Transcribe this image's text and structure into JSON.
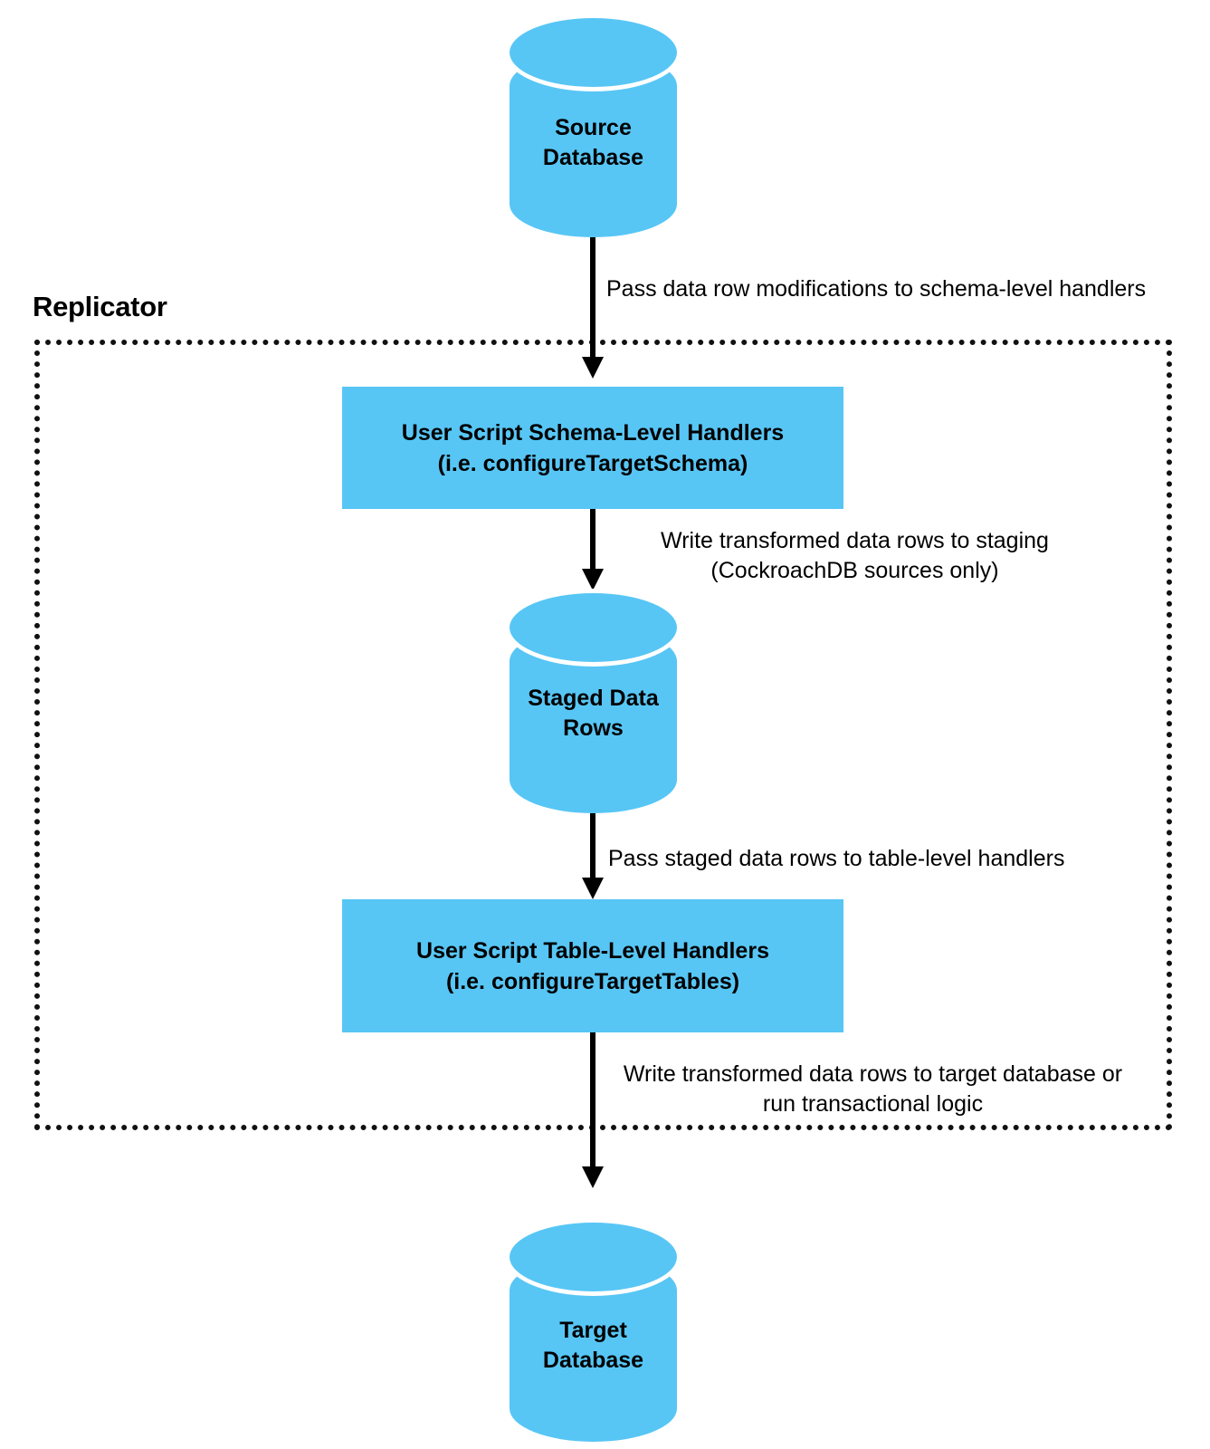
{
  "diagram": {
    "boundary": {
      "label": "Replicator",
      "style": "dotted"
    },
    "colors": {
      "node_fill": "#57c6f5",
      "stroke": "#000000",
      "background": "#ffffff"
    },
    "nodes": [
      {
        "id": "source-database",
        "type": "cylinder",
        "label": "Source\nDatabase"
      },
      {
        "id": "schema-level-handlers",
        "type": "box",
        "label": "User Script Schema-Level Handlers\n(i.e. configureTargetSchema)"
      },
      {
        "id": "staged-data-rows",
        "type": "cylinder",
        "label": "Staged Data\nRows"
      },
      {
        "id": "table-level-handlers",
        "type": "box",
        "label": "User Script Table-Level Handlers\n(i.e. configureTargetTables)"
      },
      {
        "id": "target-database",
        "type": "cylinder",
        "label": "Target\nDatabase"
      }
    ],
    "edges": [
      {
        "id": "edge-source-to-schema",
        "from": "source-database",
        "to": "schema-level-handlers",
        "label": "Pass data row modifications to schema-level handlers"
      },
      {
        "id": "edge-schema-to-staged",
        "from": "schema-level-handlers",
        "to": "staged-data-rows",
        "label": "Write transformed data rows to staging\n(CockroachDB sources only)"
      },
      {
        "id": "edge-staged-to-table",
        "from": "staged-data-rows",
        "to": "table-level-handlers",
        "label": "Pass staged data rows to table-level handlers"
      },
      {
        "id": "edge-table-to-target",
        "from": "table-level-handlers",
        "to": "target-database",
        "label": "Write transformed data rows to target database or\nrun transactional logic"
      }
    ]
  }
}
